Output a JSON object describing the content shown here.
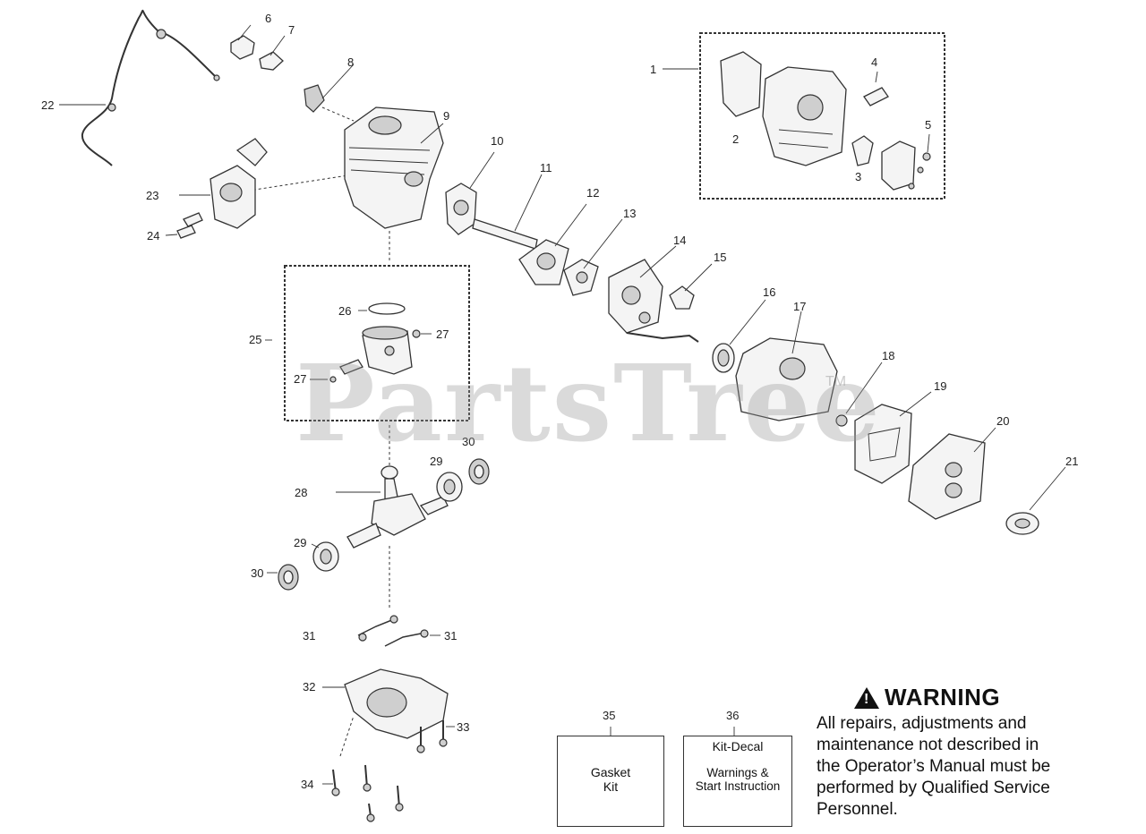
{
  "diagram": {
    "labels": {
      "l1": "1",
      "l2": "2",
      "l3": "3",
      "l4": "4",
      "l5": "5",
      "l6": "6",
      "l7": "7",
      "l8": "8",
      "l9": "9",
      "l10": "10",
      "l11": "11",
      "l12": "12",
      "l13": "13",
      "l14": "14",
      "l15": "15",
      "l16": "16",
      "l17": "17",
      "l18": "18",
      "l19": "19",
      "l20": "20",
      "l21": "21",
      "l22": "22",
      "l23": "23",
      "l24": "24",
      "l25": "25",
      "l26": "26",
      "l27a": "27",
      "l27b": "27",
      "l28": "28",
      "l29a": "29",
      "l29b": "29",
      "l30a": "30",
      "l30b": "30",
      "l31a": "31",
      "l31b": "31",
      "l32": "32",
      "l33": "33",
      "l34": "34"
    },
    "watermark": "PartsTree",
    "trademark": "TM"
  },
  "kits": {
    "gasket": {
      "number": "35",
      "line1": "Gasket",
      "line2": "Kit"
    },
    "decal": {
      "number": "36",
      "title": "Kit-Decal",
      "line1": "Warnings &",
      "line2": "Start Instruction"
    }
  },
  "warning": {
    "icon": "warning-triangle-icon",
    "title": "WARNING",
    "lines": [
      "All repairs, adjustments and",
      "maintenance not described in",
      "the Operator’s Manual must be",
      "performed by Qualified Service",
      "Personnel."
    ]
  }
}
